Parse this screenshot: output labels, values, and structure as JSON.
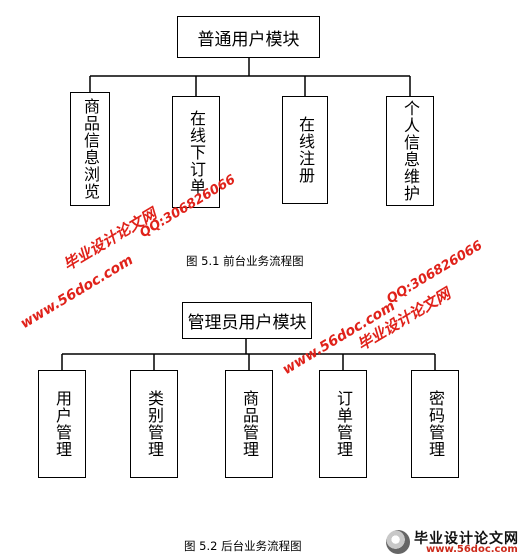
{
  "diagram1": {
    "root": "普通用户模块",
    "children": [
      "商品信息浏览",
      "在线下订单",
      "在线注册",
      "个人信息维护"
    ],
    "caption": "图 5.1  前台业务流程图"
  },
  "diagram2": {
    "root": "管理员用户模块",
    "children": [
      "用户管理",
      "类别管理",
      "商品管理",
      "订单管理",
      "密码管理"
    ],
    "caption": "图 5.2  后台业务流程图"
  },
  "watermarks": {
    "site_name": "毕业设计论文网",
    "qq": "QQ:306826066",
    "url": "www.56doc.com"
  },
  "logo": {
    "title": "毕业设计论文网",
    "url": "www.56doc.com"
  },
  "colors": {
    "watermark_red": "#e0221a",
    "watermark_green": "#2f9e2f",
    "line": "#000000"
  }
}
